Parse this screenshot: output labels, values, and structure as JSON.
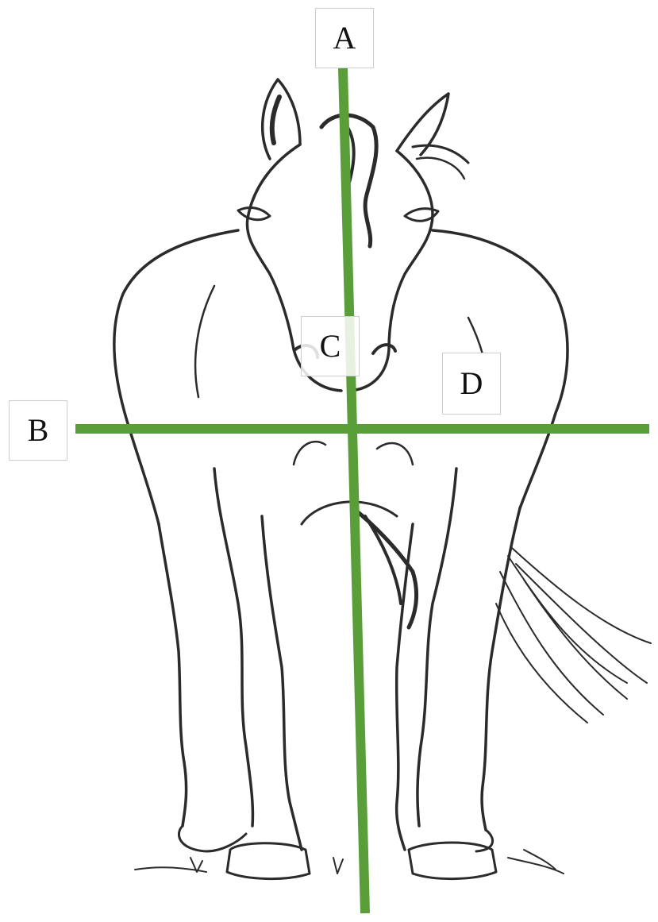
{
  "labels": {
    "a": "A",
    "b": "B",
    "c": "C",
    "d": "D"
  },
  "colors": {
    "reference_line": "#5a9e3a",
    "sketch_stroke": "#2b2b2b",
    "background": "#ffffff"
  },
  "figure": {
    "subject": "horse-front-view-sketch",
    "lines": [
      "vertical-axis-line",
      "horizontal-axis-line"
    ]
  }
}
